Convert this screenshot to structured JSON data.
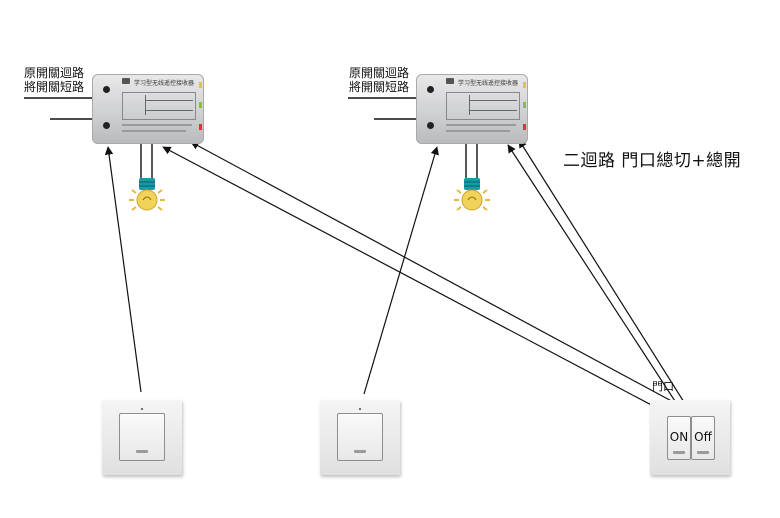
{
  "title": "二迴路 門口總切+總開",
  "circuit_left": {
    "label_line1": "原開關迴路",
    "label_line2": "將開關短路"
  },
  "circuit_right": {
    "label_line1": "原開關迴路",
    "label_line2": "將開關短路"
  },
  "receiver": {
    "title": "学习型无线遥控接收器"
  },
  "door_switch": {
    "label": "門口",
    "on_label": "ON",
    "off_label": "Off"
  },
  "colors": {
    "bulb": "#f2d35a",
    "bulb_base": "#1a9aa7",
    "wire": "#111111"
  }
}
